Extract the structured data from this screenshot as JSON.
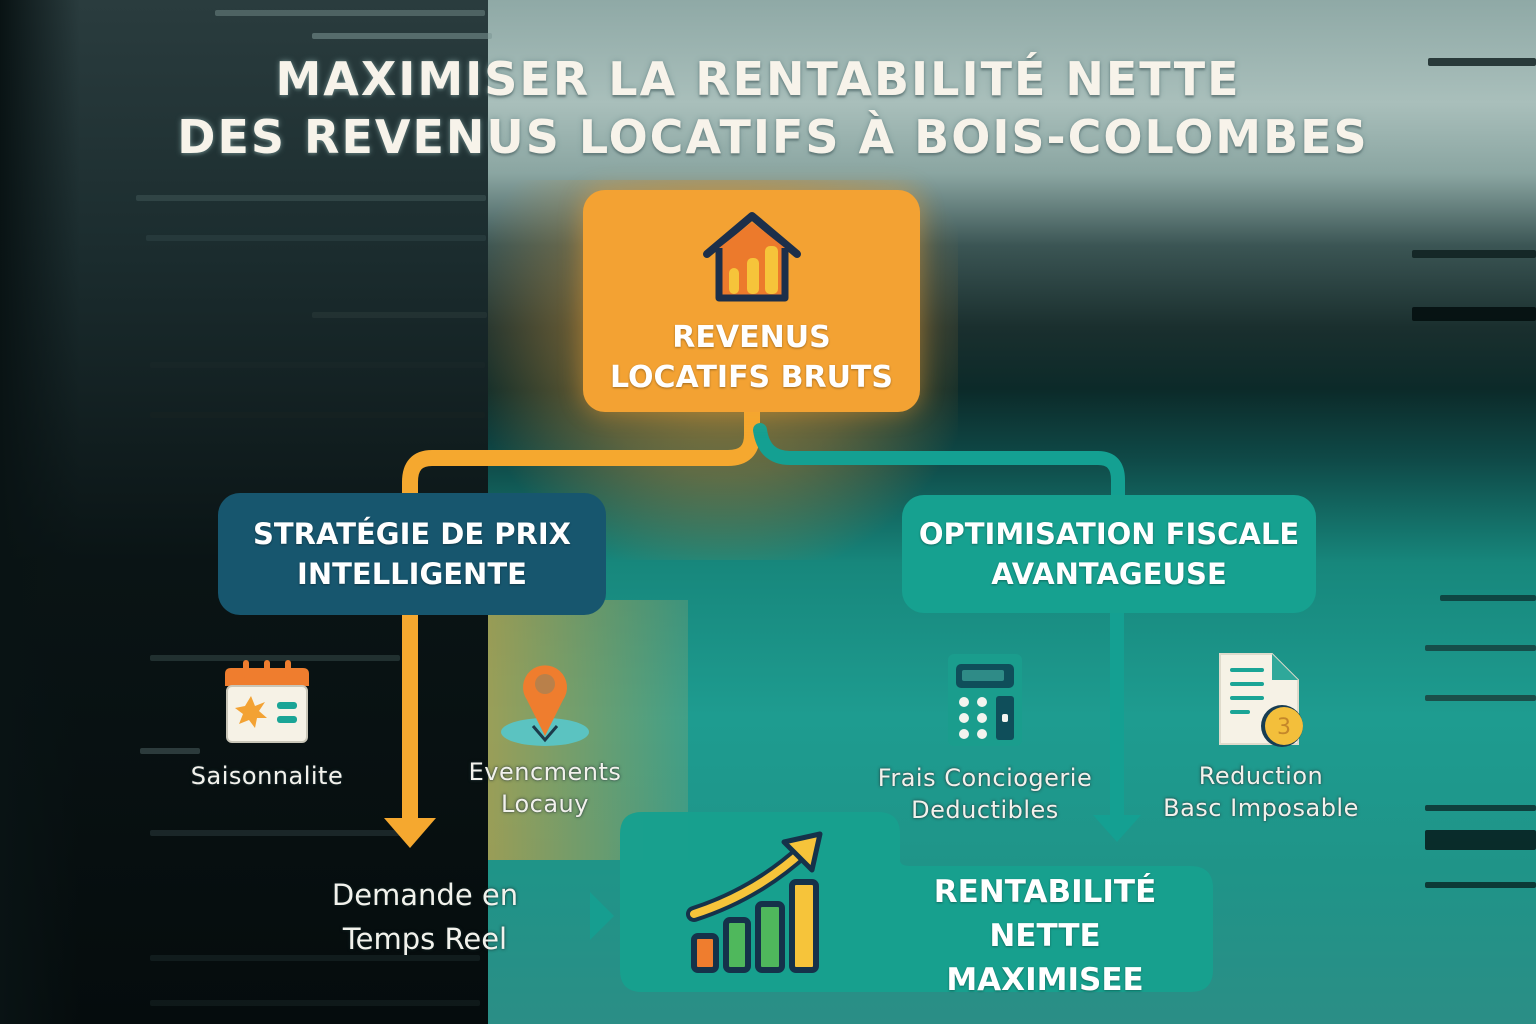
{
  "title": {
    "line1": "MAXIMISER LA RENTABILITÉ NETTE",
    "line2": "DES REVENUS LOCATIFS À BOIS-COLOMBES"
  },
  "nodes": {
    "source": {
      "label_line1": "REVENUS",
      "label_line2": "LOCATIFS BRUTS",
      "icon": "house-chart-icon",
      "color": "#f3a233"
    },
    "pricing": {
      "label_line1": "STRATÉGIE DE PRIX",
      "label_line2": "INTELLIGENTE",
      "color": "#17566e"
    },
    "tax": {
      "label_line1": "OPTIMISATION FISCALE",
      "label_line2": "AVANTAGEUSE",
      "color": "#16a190"
    },
    "result": {
      "label_line1": "RENTABILITÉ",
      "label_line2": "NETTE MAXIMISEE",
      "icon": "growth-chart-icon",
      "color": "#17a08e"
    }
  },
  "pricing_factors": [
    {
      "label_line1": "Saisonnalite",
      "label_line2": "",
      "icon": "calendar-sun-icon"
    },
    {
      "label_line1": "Evencments",
      "label_line2": "Locauy",
      "icon": "map-pin-icon"
    }
  ],
  "pricing_output": {
    "label_line1": "Demande en",
    "label_line2": "Temps Reel"
  },
  "tax_factors": [
    {
      "label_line1": "Frais Conciogerie",
      "label_line2": "Deductibles",
      "icon": "calculator-icon"
    },
    {
      "label_line1": "Reduction",
      "label_line2": "Basc Imposable",
      "icon": "document-coin-icon"
    }
  ],
  "colors": {
    "orange_connector": "#f5a82f",
    "teal_connector": "#14a092",
    "title_text": "#f7f3ea"
  }
}
